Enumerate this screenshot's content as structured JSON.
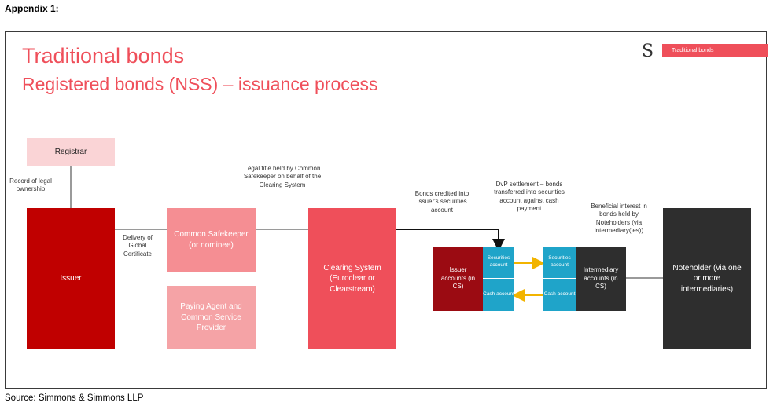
{
  "header": {
    "appendix": "Appendix 1:"
  },
  "slide": {
    "title": "Traditional bonds",
    "subtitle": "Registered bonds (NSS) – issuance process",
    "logo": "S",
    "tag": "Traditional bonds"
  },
  "boxes": {
    "registrar": "Registrar",
    "issuer": "Issuer",
    "common_safekeeper": "Common Safekeeper (or nominee)",
    "paying_agent": "Paying Agent and Common Service Provider",
    "clearing_system": "Clearing System (Euroclear or Clearstream)",
    "issuer_accounts": "Issuer accounts (in CS)",
    "issuer_securities": "Securities account",
    "issuer_cash": "Cash account",
    "intermediary_securities": "Securities account",
    "intermediary_cash": "Cash account",
    "intermediary_accounts": "Intermediary accounts (in CS)",
    "noteholder": "Noteholder (via one or more intermediaries)"
  },
  "annotations": {
    "record": "Record of legal ownership",
    "delivery": "Delivery of Global Certificate",
    "legal_title": "Legal title held by Common Safekeeper on behalf of the Clearing System",
    "bonds_credited": "Bonds credited into Issuer's securities account",
    "dvp": "DvP settlement – bonds transferred into securities account against cash payment",
    "beneficial": "Beneficial interest in bonds held by Noteholders (via intermediary(ies))"
  },
  "colors": {
    "accent": "#ef4f5a",
    "registrar": "#fad4d6",
    "issuer": "#c00000",
    "safekeeper": "#f58e93",
    "paying_agent": "#f5a3a6",
    "clearing": "#ef4f5a",
    "issuer_accounts": "#9b0b12",
    "teal": "#1fa4c9",
    "dark": "#2e2e2e",
    "arrow_yellow": "#f2b400"
  },
  "footer": {
    "source": "Source: Simmons & Simmons LLP"
  }
}
